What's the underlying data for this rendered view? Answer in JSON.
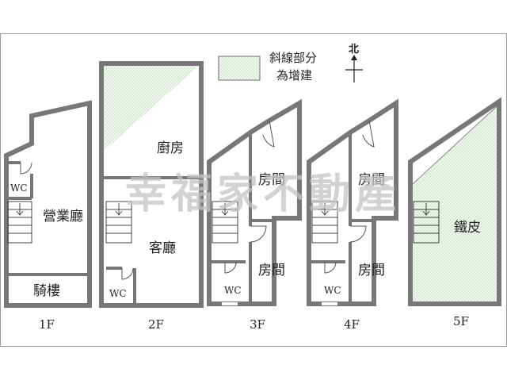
{
  "legend": {
    "line1": "斜線部分",
    "line2": "為增建"
  },
  "north": {
    "label": "北"
  },
  "watermark": "幸福家不動產",
  "floors": {
    "f1": {
      "label": "1F",
      "rooms": {
        "wc": "WC",
        "business": "營業廳",
        "arcade": "騎樓"
      }
    },
    "f2": {
      "label": "2F",
      "rooms": {
        "kitchen": "廚房",
        "living": "客廳",
        "wc": "WC"
      }
    },
    "f3": {
      "label": "3F",
      "rooms": {
        "room_top": "房間",
        "room_bottom": "房間",
        "wc": "WC"
      }
    },
    "f4": {
      "label": "4F",
      "rooms": {
        "room_top": "房間",
        "room_bottom": "房間",
        "wc": "WC"
      }
    },
    "f5": {
      "label": "5F",
      "rooms": {
        "iron": "鐵皮"
      }
    }
  }
}
